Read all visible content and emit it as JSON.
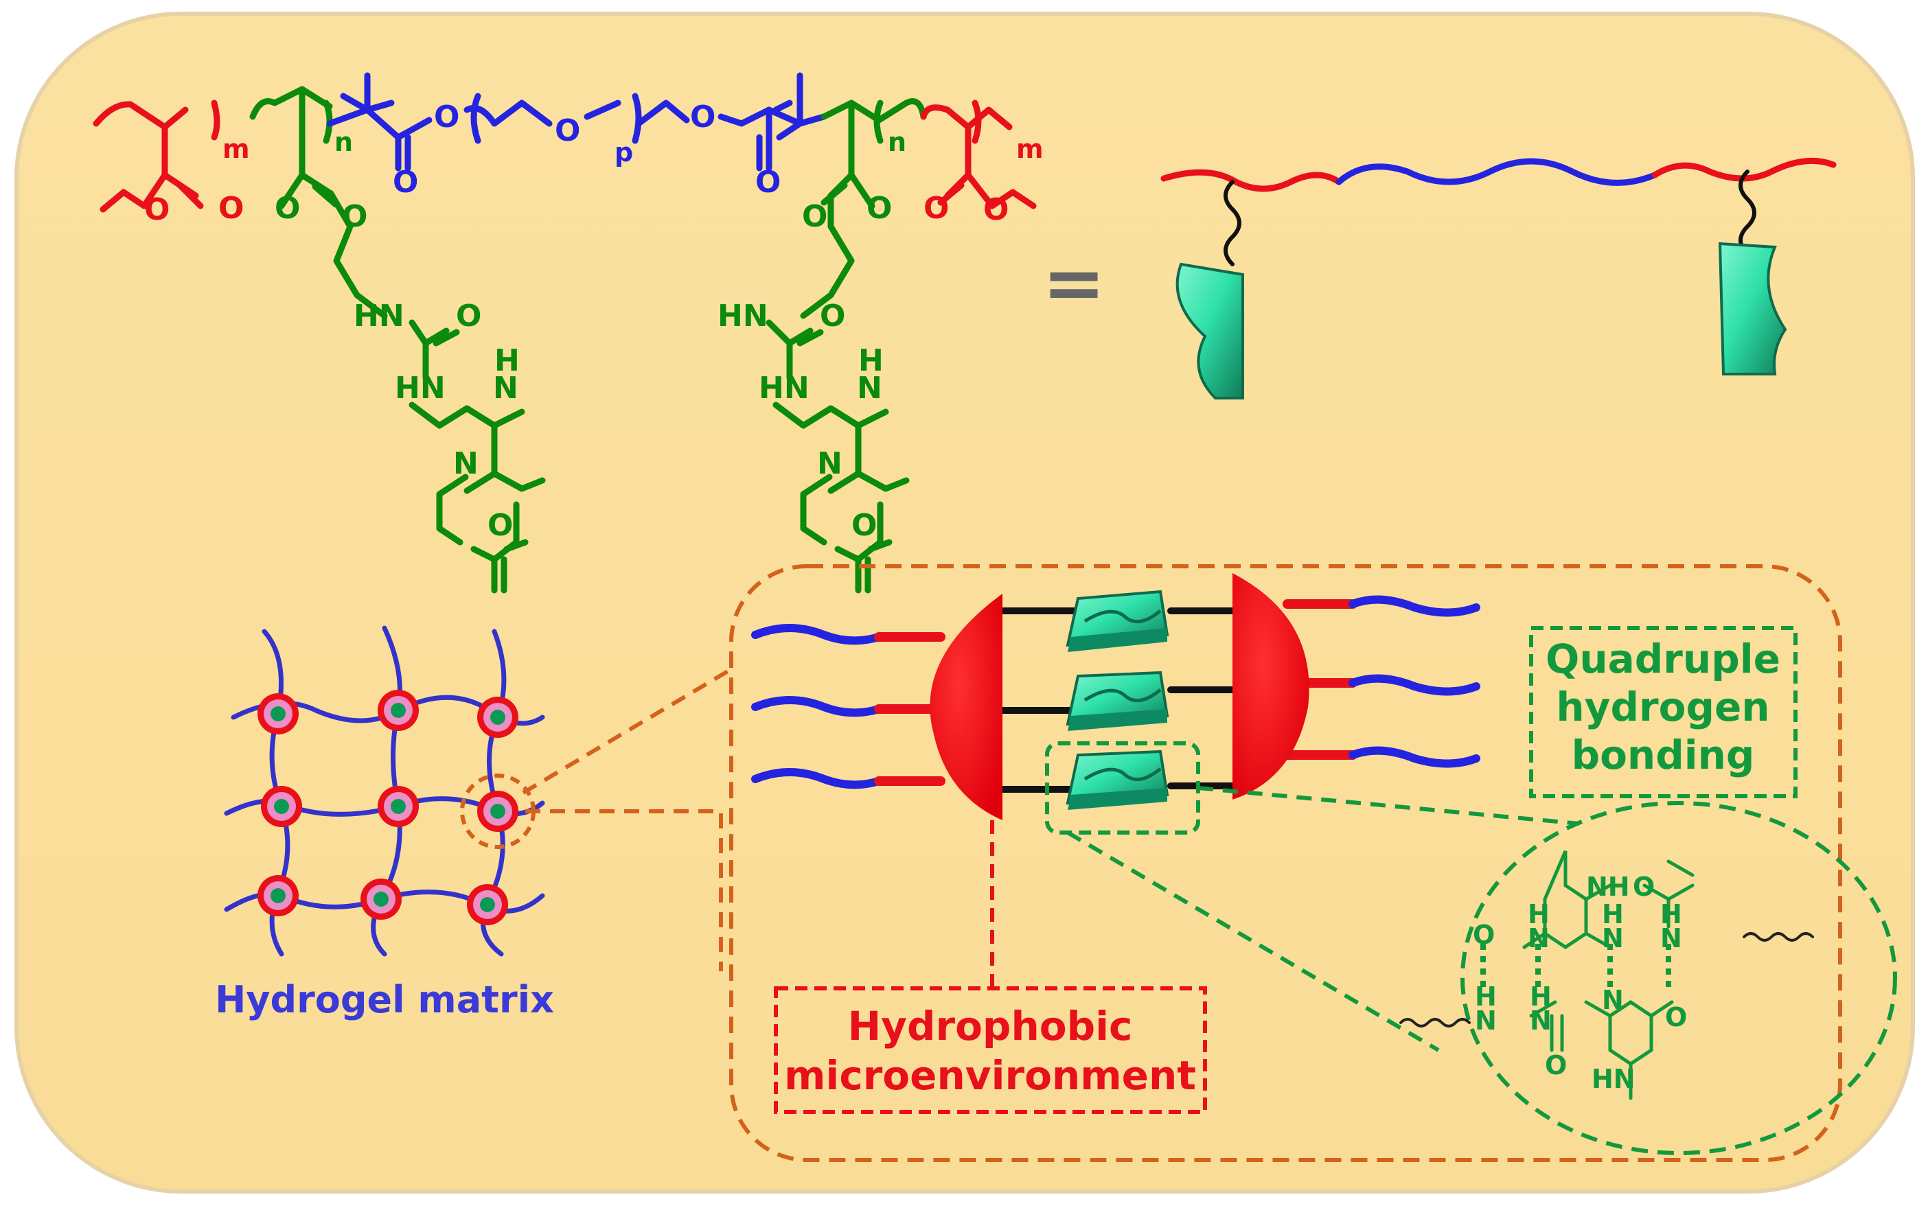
{
  "colors": {
    "panel_fill": "#fbdf9c",
    "panel_edge": "#e3cc9e",
    "red": "#e8101a",
    "blue": "#2424e0",
    "green": "#0b8a0b",
    "label_blue": "#3a3ad8",
    "orange_dash": "#d4621c",
    "green_dash": "#13993d",
    "tile": "#2fe0a8",
    "tile_dark": "#128a62",
    "node_ring": "#e8101a",
    "node_mid": "#ec8ec8",
    "node_core": "#0b9a55"
  },
  "chemistry": {
    "left_unit": {
      "sub_m": "m",
      "sub_n": "n",
      "ester_o_single": "O",
      "ester_o_double": "O",
      "side_ester_o": "O",
      "side_ester_o2": "O",
      "urea_hn": "HN",
      "urea_o": "O",
      "hn2": "HN",
      "ring_h": "H",
      "ring_n_h": "N",
      "ring_n": "N",
      "ring_o": "O"
    },
    "center_unit": {
      "o_left": "O",
      "o_left_carbonyl": "O",
      "o_peg": "O",
      "sub_p": "p",
      "o_right": "O",
      "o_right_carbonyl": "O"
    },
    "right_unit": {
      "sub_n": "n",
      "sub_m": "m",
      "side_ester_o": "O",
      "side_ester_o2": "O",
      "ester_o_double": "O",
      "ester_o_single": "O",
      "urea_hn": "HN",
      "urea_o": "O",
      "hn2": "HN",
      "ring_h": "H",
      "ring_n_h": "N",
      "ring_n": "N",
      "ring_o": "O"
    },
    "equals_sign": "="
  },
  "dimer": {
    "nh_top": "NH",
    "o_top": "O",
    "o_left": "O",
    "h1": "H",
    "n1": "N",
    "h2": "H",
    "n2": "N",
    "h3": "H",
    "n3": "N",
    "h4": "H",
    "n4": "N",
    "h5": "H",
    "n5": "N",
    "n6": "N",
    "o_right": "O",
    "o_bottom": "O",
    "hn_bottom": "HN"
  },
  "labels": {
    "hydrogel_matrix": "Hydrogel matrix",
    "quadruple_line1": "Quadruple",
    "quadruple_line2": "hydrogen",
    "quadruple_line3": "bonding",
    "hydrophobic_line1": "Hydrophobic",
    "hydrophobic_line2": "microenvironment"
  }
}
